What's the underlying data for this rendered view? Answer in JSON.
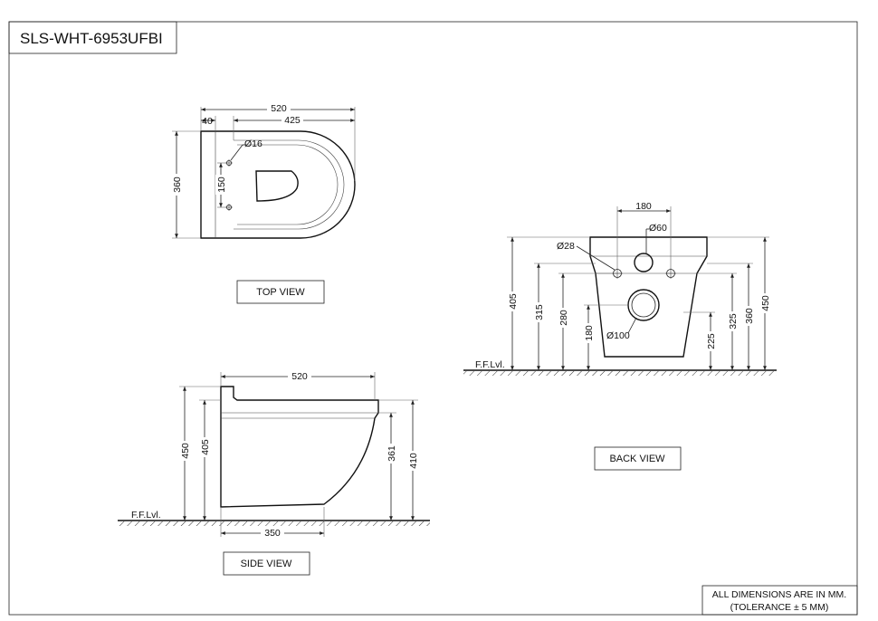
{
  "drawing": {
    "model_code": "SLS-WHT-6953UFBI",
    "note_line1": "ALL DIMENSIONS ARE IN MM.",
    "note_line2": "(TOLERANCE ± 5 MM)"
  },
  "top_view": {
    "label": "TOP VIEW",
    "dim_overall_length": "520",
    "dim_offset": "40",
    "dim_bowl_length": "425",
    "dim_width": "360",
    "dim_hole_spacing": "150",
    "dim_hole_dia": "Ø16"
  },
  "back_view": {
    "label": "BACK VIEW",
    "floor_label": "F.F.Lvl.",
    "dim_hole_spacing": "180",
    "dim_inlet_dia": "Ø60",
    "dim_bolt_dia": "Ø28",
    "dim_outlet_dia": "Ø100",
    "dim_405": "405",
    "dim_315": "315",
    "dim_280": "280",
    "dim_180": "180",
    "dim_225": "225",
    "dim_325": "325",
    "dim_360": "360",
    "dim_450": "450"
  },
  "side_view": {
    "label": "SIDE VIEW",
    "floor_label": "F.F.Lvl.",
    "dim_length": "520",
    "dim_base_length": "350",
    "dim_450": "450",
    "dim_405": "405",
    "dim_361": "361",
    "dim_410": "410"
  }
}
